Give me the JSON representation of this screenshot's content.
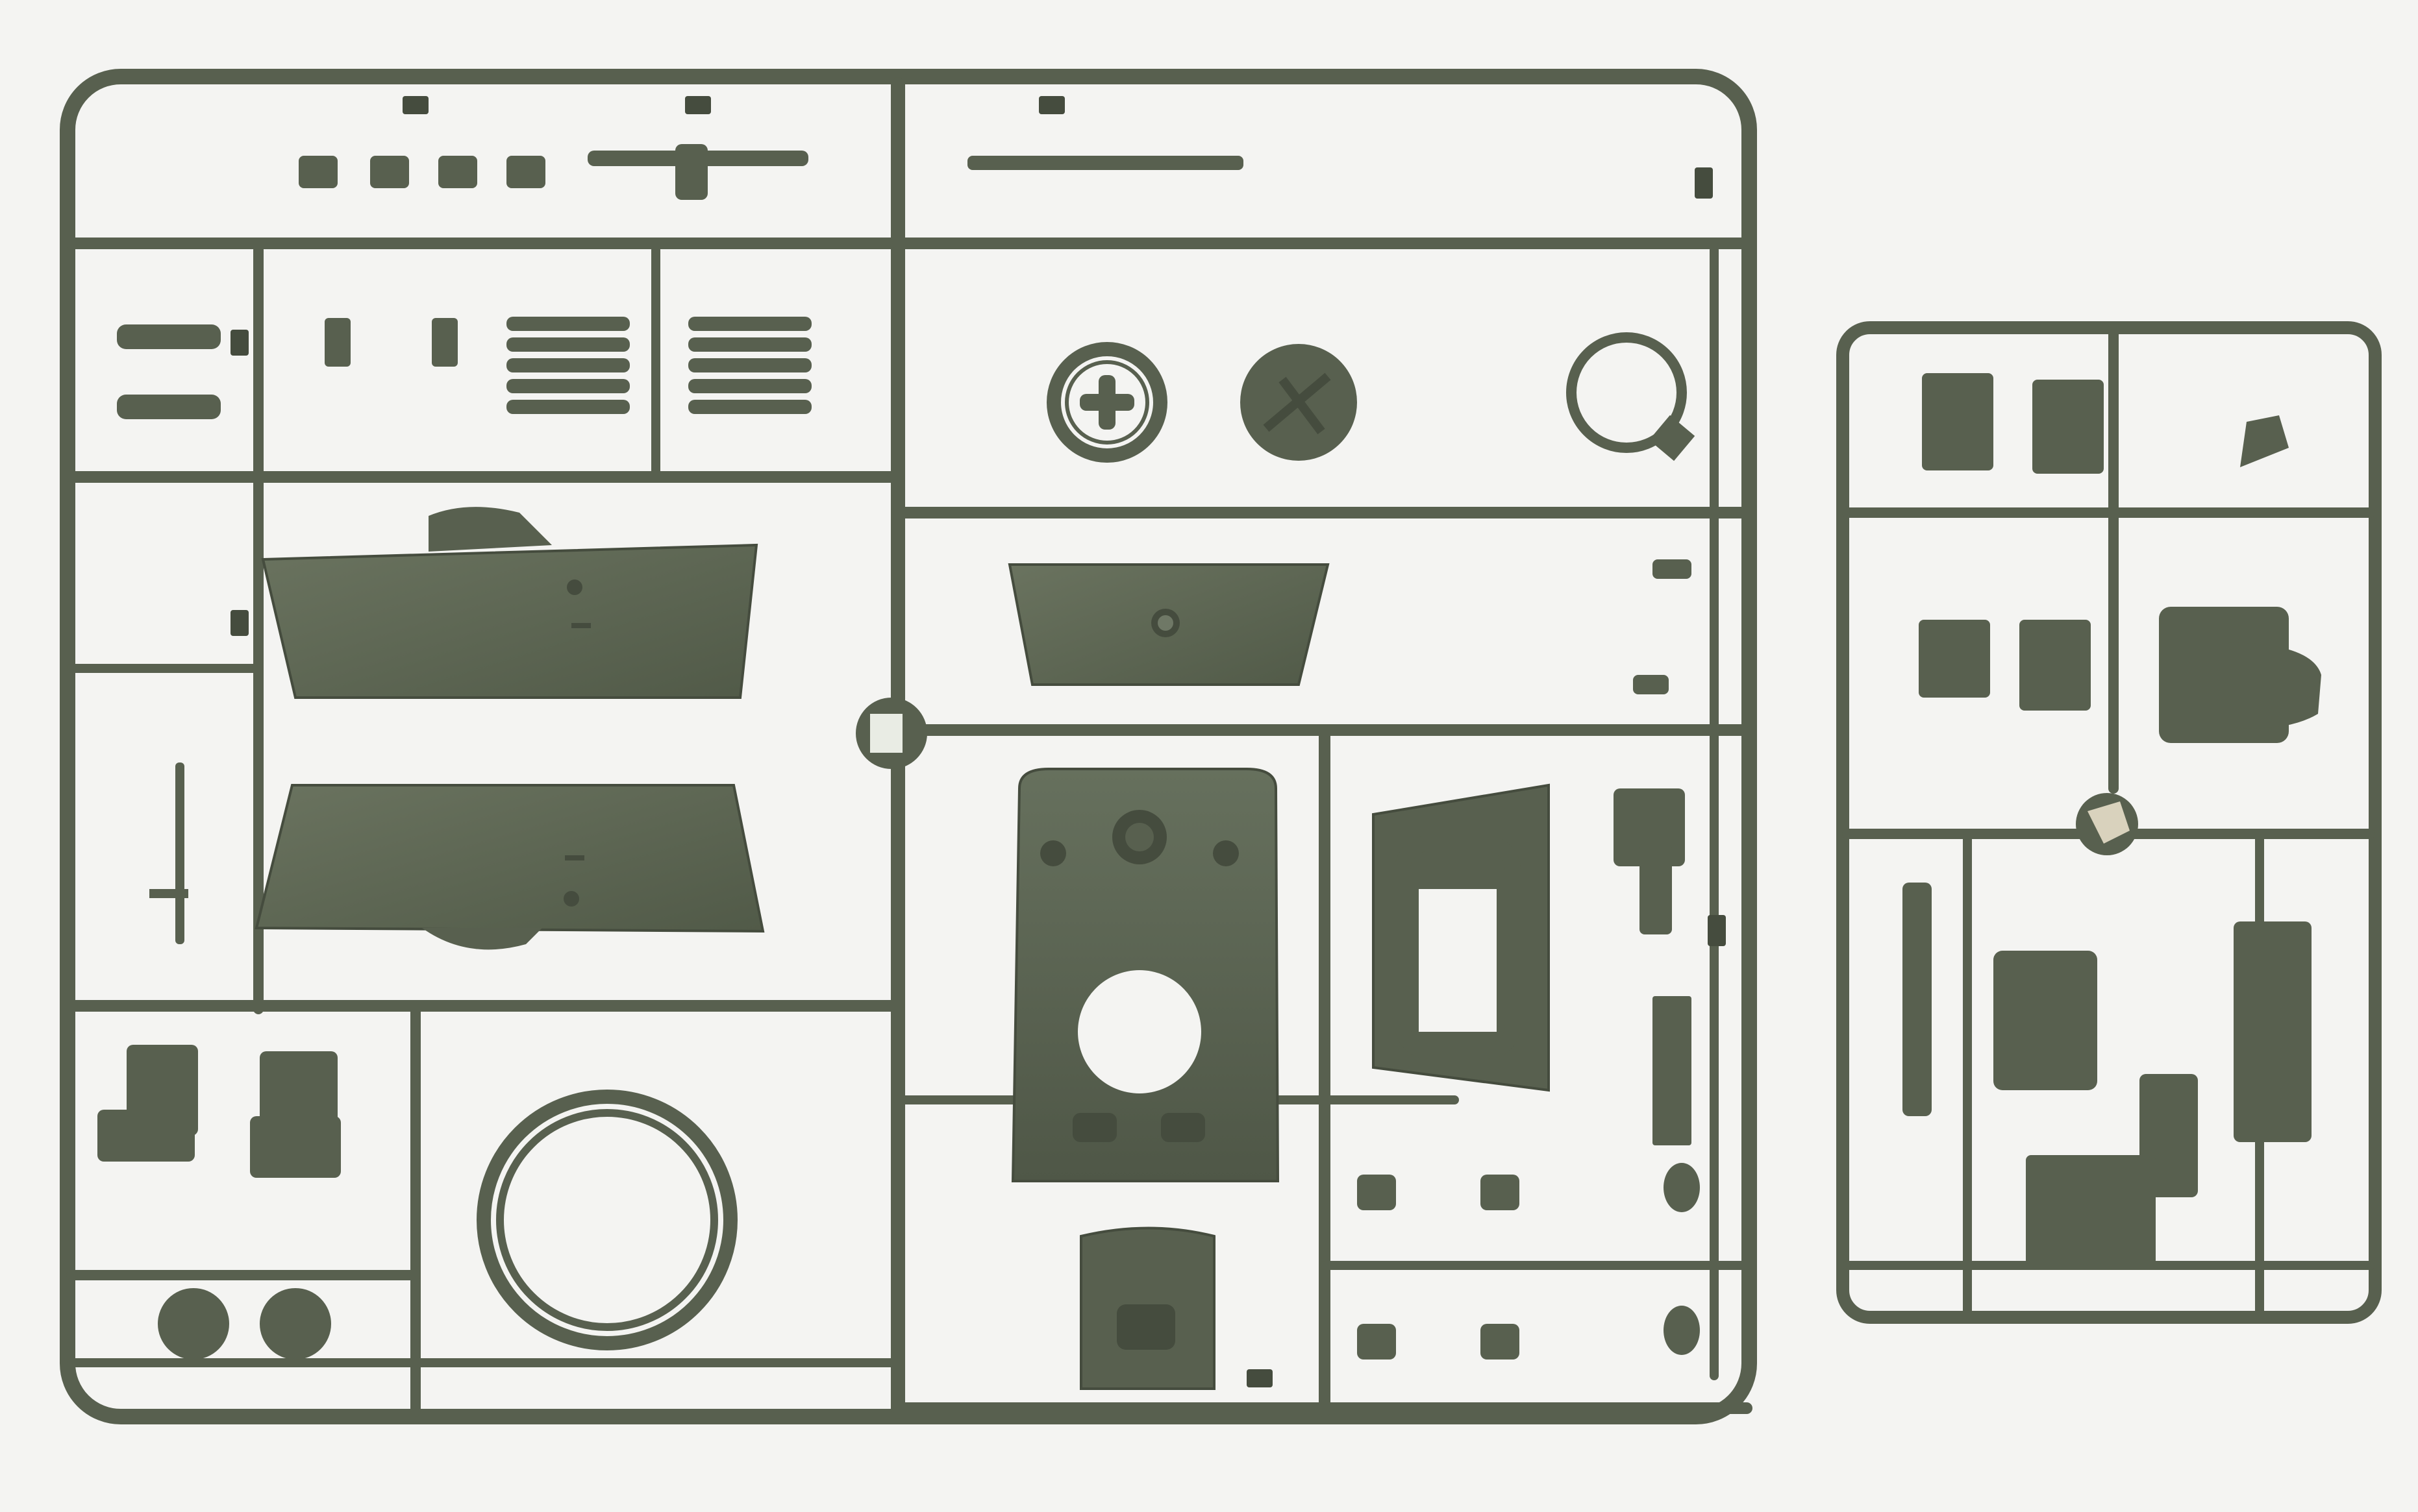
{
  "photo": {
    "subject": "plastic-model-sprues",
    "background_color": "#f4f4f2",
    "plastic_color": "#58604f",
    "plastic_shade": "#454c3e",
    "plastic_highlight": "#6f7866"
  },
  "sprues": [
    {
      "id": "large-sprue"
    },
    {
      "id": "small-sprue"
    }
  ]
}
